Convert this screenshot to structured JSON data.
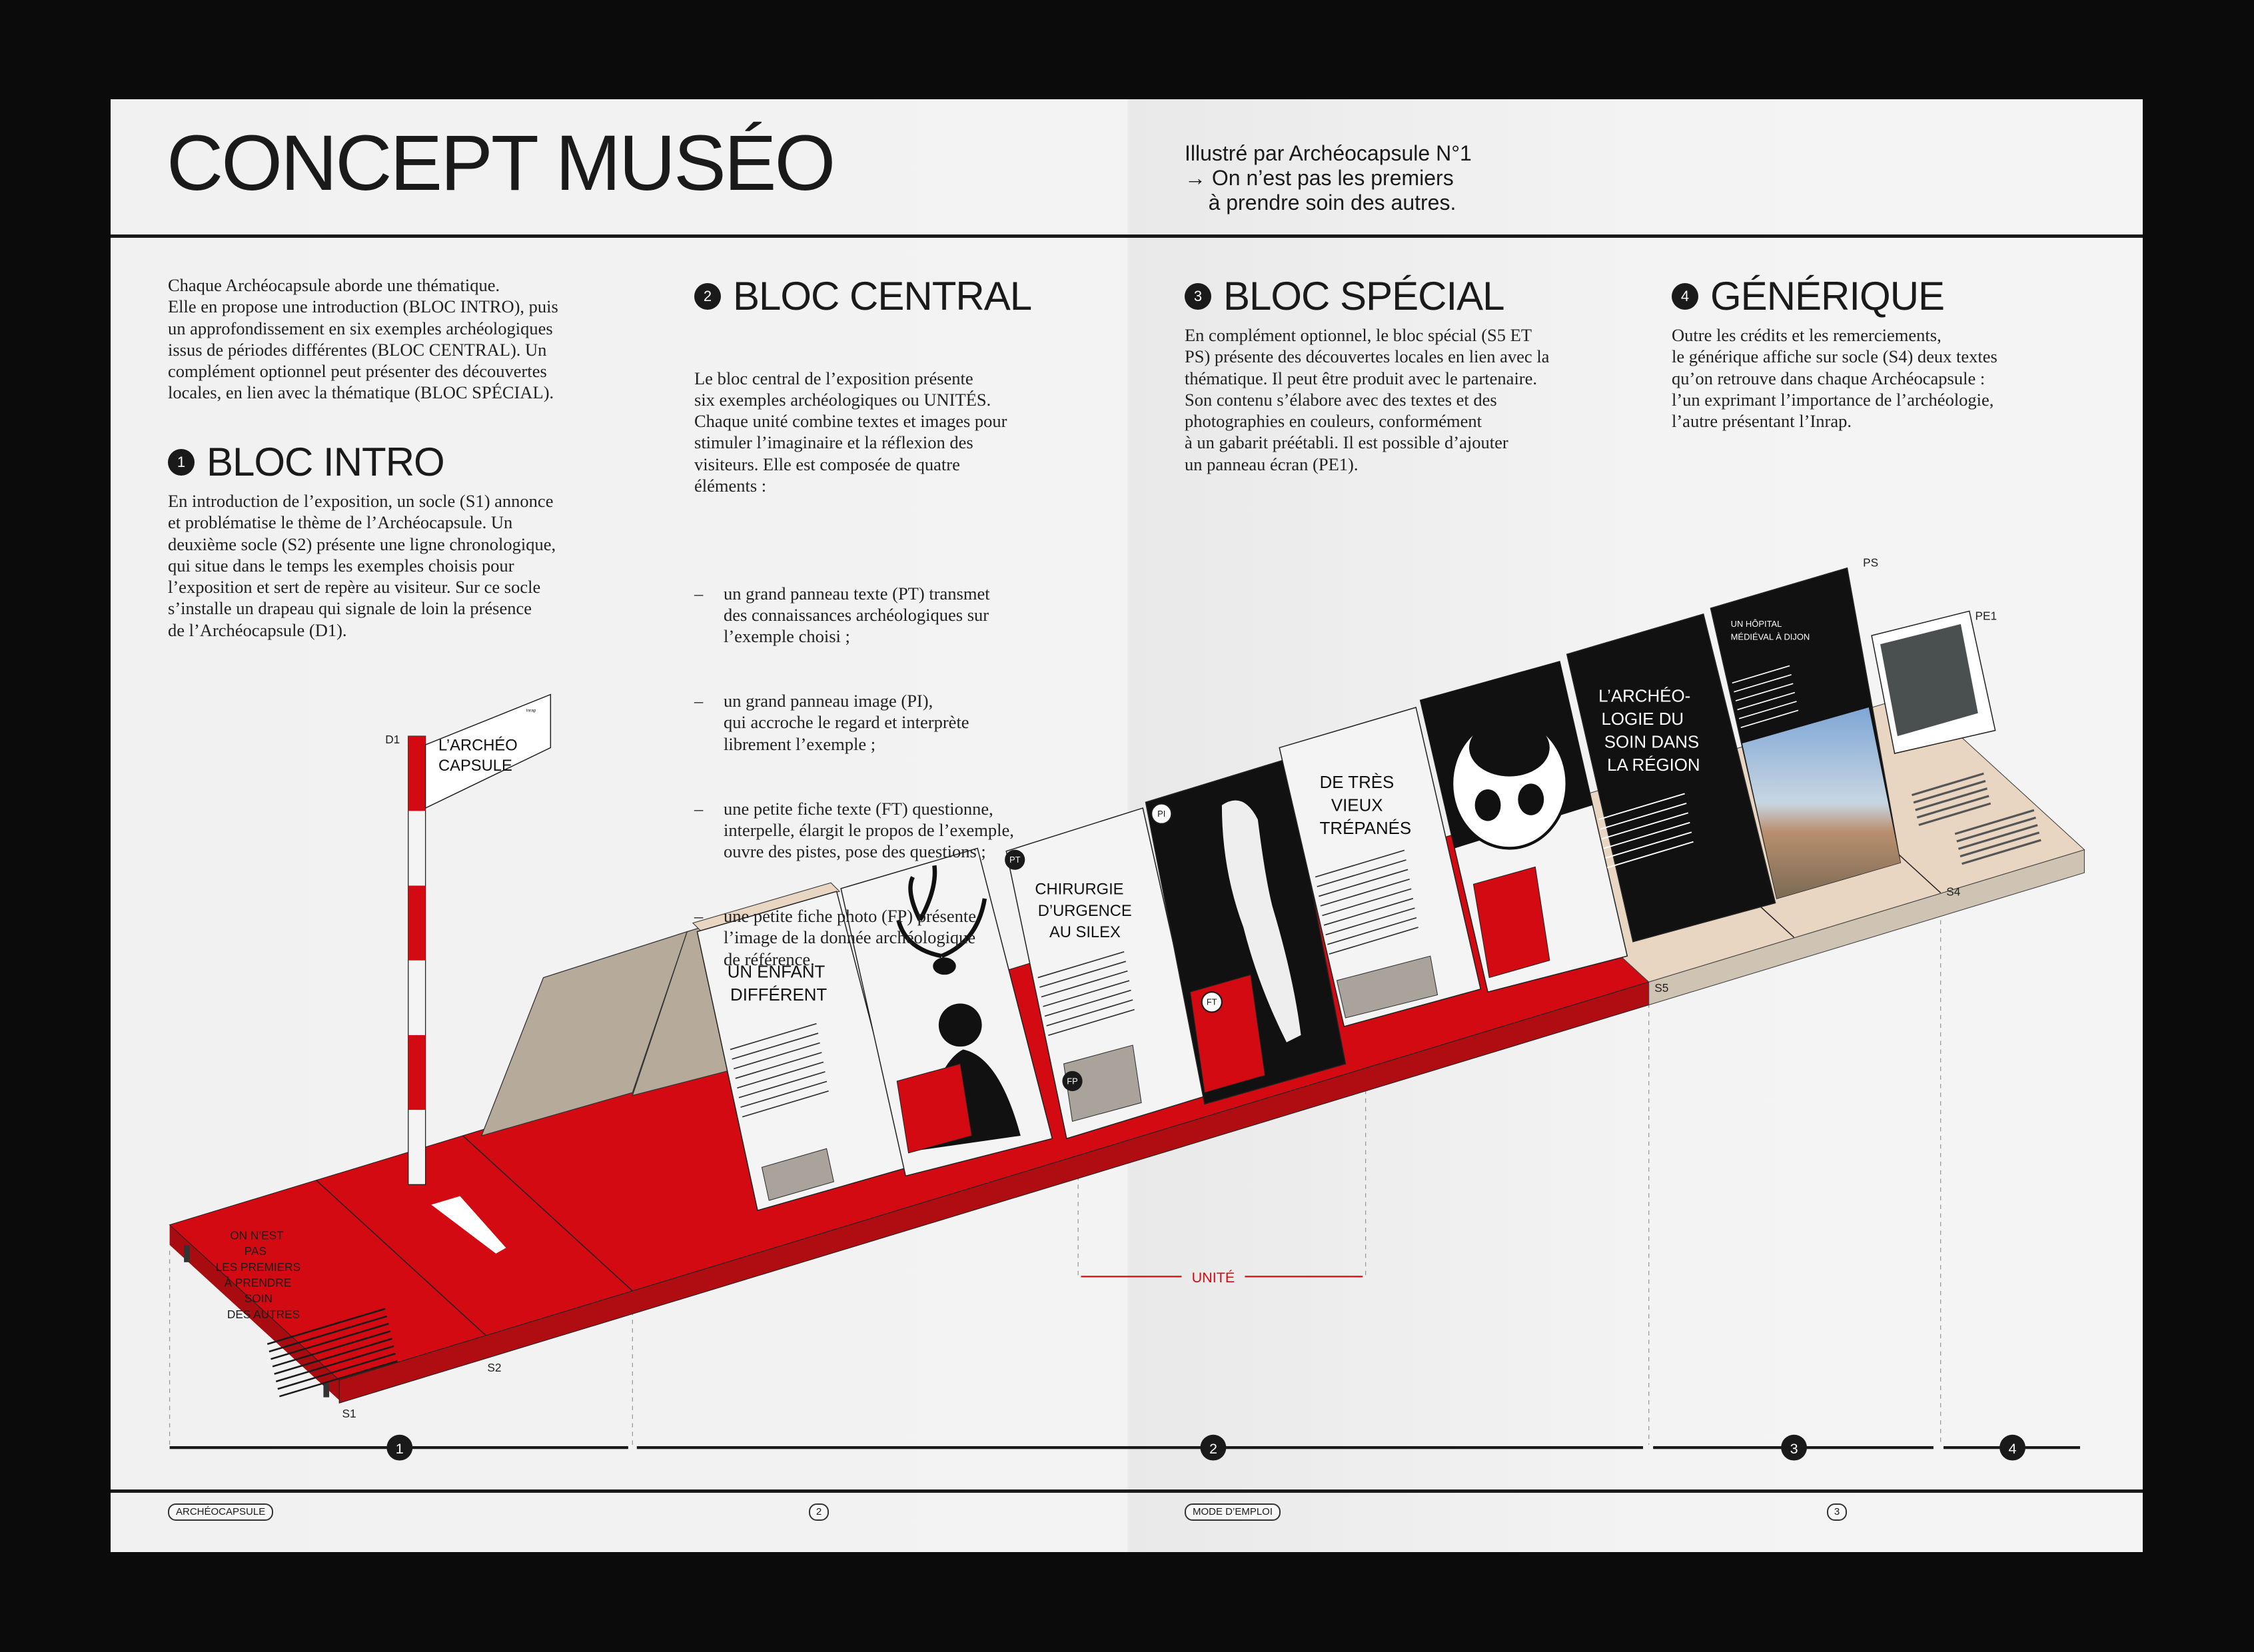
{
  "header": {
    "title": "CONCEPT MUSÉO",
    "subtitle_line1": "Illustré par Archéocapsule N°1",
    "subtitle_line2": "→ On n’est pas les premiers",
    "subtitle_line3": "    à prendre soin des autres."
  },
  "intro": "Chaque Archéocapsule aborde une thématique.\nElle en propose une introduction (BLOC INTRO), puis\nun approfondissement en six exemples archéologiques\nissus de périodes différentes (BLOC CENTRAL). Un\ncomplément optionnel peut présenter des découvertes\nlocales, en lien avec la thématique (BLOC SPÉCIAL).",
  "sections": [
    {
      "number": "1",
      "title": "BLOC INTRO",
      "text": "En introduction de l’exposition, un socle (S1) annonce\net problématise le thème de l’Archéocapsule. Un\ndeuxième socle (S2) présente une ligne chronologique,\nqui situe dans le temps les exemples choisis pour\nl’exposition et sert de repère au visiteur. Sur ce socle\ns’installe un drapeau qui signale de loin la présence\nde l’Archéocapsule (D1)."
    },
    {
      "number": "2",
      "title": "BLOC CENTRAL",
      "text": "Le bloc central de l’exposition présente\nsix exemples archéologiques ou UNITÉS.\nChaque unité combine textes et images pour\nstimuler l’imaginaire et la réflexion des\nvisiteurs. Elle est composée de quatre\néléments :",
      "list": [
        "un grand panneau texte (PT) transmet\ndes connaissances archéologiques sur\nl’exemple choisi ;",
        "un grand panneau image (PI),\nqui accroche le regard et interprète\nlibrement l’exemple ;",
        "une petite fiche texte (FT) questionne,\ninterpelle, élargit le propos de l’exemple,\nouvre des pistes, pose des questions ;",
        "une petite fiche photo (FP) présente\nl’image de la donnée archéologique\nde référence."
      ],
      "dash": "–"
    },
    {
      "number": "3",
      "title": "BLOC SPÉCIAL",
      "text": "En complément optionnel, le bloc spécial (S5 ET\nPS) présente des découvertes locales en lien avec la\nthématique. Il peut être produit avec le partenaire.\nSon contenu s’élabore avec des textes et des\nphotographies en couleurs, conformément\nà un gabarit préétabli. Il est possible d’ajouter\nun panneau écran (PE1)."
    },
    {
      "number": "4",
      "title": "GÉNÉRIQUE",
      "text": "Outre les crédits et les remerciements,\nle générique affiche sur socle (S4) deux textes\nqu’on retrouve dans chaque Archéocapsule :\nl’un exprimant l’importance de l’archéologie,\nl’autre présentant l’Inrap."
    }
  ],
  "illustration": {
    "flag_line1": "L’ARCHÉO",
    "flag_line2": "CAPSULE",
    "flag_logo": "Inrap",
    "socle_text": [
      "ON N’EST",
      "PAS",
      "LES PREMIERS",
      "À PRENDRE",
      "SOIN",
      "DES AUTRES"
    ],
    "panel1": [
      "UN ENFANT",
      "DIFFÉRENT"
    ],
    "panel3": [
      "CHIRURGIE",
      "D’URGENCE",
      "AU SILEX"
    ],
    "panel5": [
      "DE TRÈS",
      "VIEUX",
      "TRÉPANÉS"
    ],
    "panel7": [
      "L’ARCHÉO-",
      "LOGIE DU",
      "SOIN DANS",
      "LA RÉGION"
    ],
    "panel8": [
      "UN HÔPITAL",
      "MÉDIÉVAL À DIJON"
    ],
    "labels": {
      "d1": "D1",
      "s1": "S1",
      "s2": "S2",
      "s5": "S5",
      "s4": "S4",
      "ps": "PS",
      "pe1": "PE1"
    },
    "badges": {
      "pt": "PT",
      "pi": "PI",
      "ft": "FT",
      "fp": "FP"
    },
    "unit_label": "UNITÉ"
  },
  "timeline": {
    "markers": [
      "1",
      "2",
      "3",
      "4"
    ]
  },
  "footer": {
    "left_tag": "ARCHÉOCAPSULE",
    "left_page": "2",
    "right_tag": "MODE D’EMPLOI",
    "right_page": "3"
  },
  "colors": {
    "red": "#d40a12",
    "dark_red": "#a80c10",
    "beige": "#e8d6c2",
    "taupe": "#b6aa9b",
    "ink": "#1a1a1a"
  }
}
